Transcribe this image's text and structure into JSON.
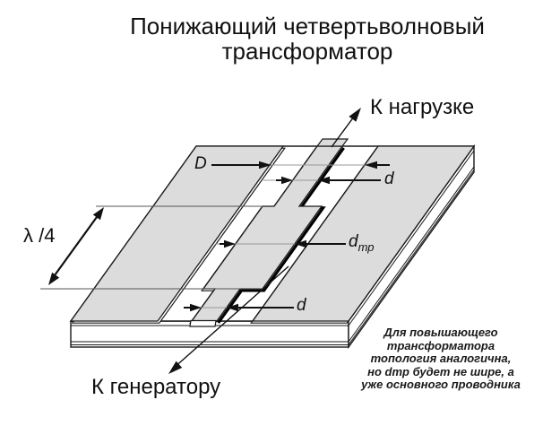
{
  "title": {
    "line1": "Понижающий четвертьволновый",
    "line2": "трансформатор"
  },
  "ports": {
    "load": "К нагрузке",
    "generator": "К генератору"
  },
  "dimensions": {
    "ground_gap": "D",
    "line_width_top": "d",
    "transformer_width_main": "d",
    "transformer_width_sub": "тр",
    "line_width_bottom": "d",
    "quarter_wave": "λ /4"
  },
  "note": {
    "lines": [
      "Для повышающего",
      "трансформатора",
      "топология аналогична,",
      "но dтр будет не шире, а",
      "уже основного проводника"
    ]
  },
  "colors": {
    "copper_fill": "#dcdcdc",
    "outline": "#1a1a1a",
    "thin_measure_line": "#999999",
    "reference_line": "#555555",
    "background": "#ffffff",
    "text": "#111111"
  }
}
